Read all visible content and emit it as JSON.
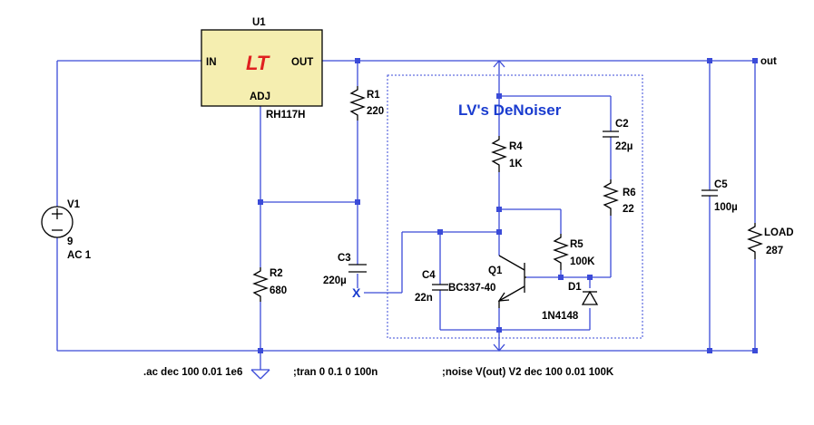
{
  "colors": {
    "wire": "#3b4bd8",
    "component": "#000000",
    "regulator_fill": "#f5eeb0",
    "title": "#1a3ccf",
    "logo": "#e02020"
  },
  "regulator": {
    "ref": "U1",
    "part": "RH117H",
    "pin_in": "IN",
    "pin_out": "OUT",
    "pin_adj": "ADJ",
    "logo": "LT"
  },
  "title": "LV's DeNoiser",
  "net_out": "out",
  "parts": {
    "v1": {
      "ref": "V1",
      "value": "9",
      "ac": "AC 1"
    },
    "r1": {
      "ref": "R1",
      "value": "220"
    },
    "r2": {
      "ref": "R2",
      "value": "680"
    },
    "c3": {
      "ref": "C3",
      "value": "220µ"
    },
    "r4": {
      "ref": "R4",
      "value": "1K"
    },
    "c2": {
      "ref": "C2",
      "value": "22µ"
    },
    "r6": {
      "ref": "R6",
      "value": "22"
    },
    "r5": {
      "ref": "R5",
      "value": "100K"
    },
    "q1": {
      "ref": "Q1",
      "value": "BC337-40"
    },
    "c4": {
      "ref": "C4",
      "value": "22n"
    },
    "d1": {
      "ref": "D1",
      "value": "1N4148"
    },
    "c5": {
      "ref": "C5",
      "value": "100µ"
    },
    "load": {
      "ref": "LOAD",
      "value": "287"
    }
  },
  "x_mark": "X",
  "directives": {
    "ac": ".ac dec 100 0.01 1e6",
    "tran": ";tran 0 0.1 0 100n",
    "noise": ";noise V(out) V2 dec 100 0.01 100K"
  }
}
